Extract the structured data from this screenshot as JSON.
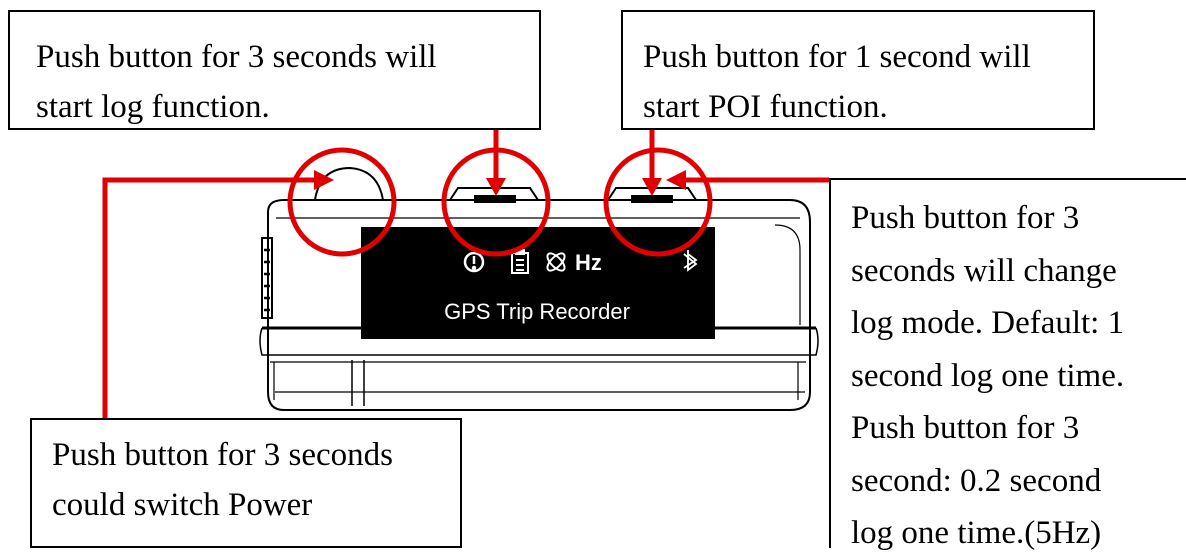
{
  "callouts": {
    "log": {
      "lines": [
        "Push button for 3 seconds will",
        "start log function."
      ]
    },
    "poi": {
      "lines": [
        "Push button for 1 second will",
        "start POI function."
      ]
    },
    "power": {
      "lines": [
        "Push button for 3 seconds",
        "could switch Power"
      ]
    },
    "mode": {
      "lines": [
        "Push button for 3",
        "seconds will change",
        "log mode. Default: 1",
        "second log one time.",
        "Push button for 3",
        "second: 0.2 second",
        "log one time.(5Hz)"
      ]
    }
  },
  "device": {
    "screen_label": "GPS Trip Recorder",
    "hz_label": "Hz",
    "icons": [
      "alert-icon",
      "document-icon",
      "satellite-icon",
      "bluetooth-icon"
    ]
  },
  "colors": {
    "annotation": "#e00000",
    "screen": "#000000",
    "outline": "#000000"
  }
}
